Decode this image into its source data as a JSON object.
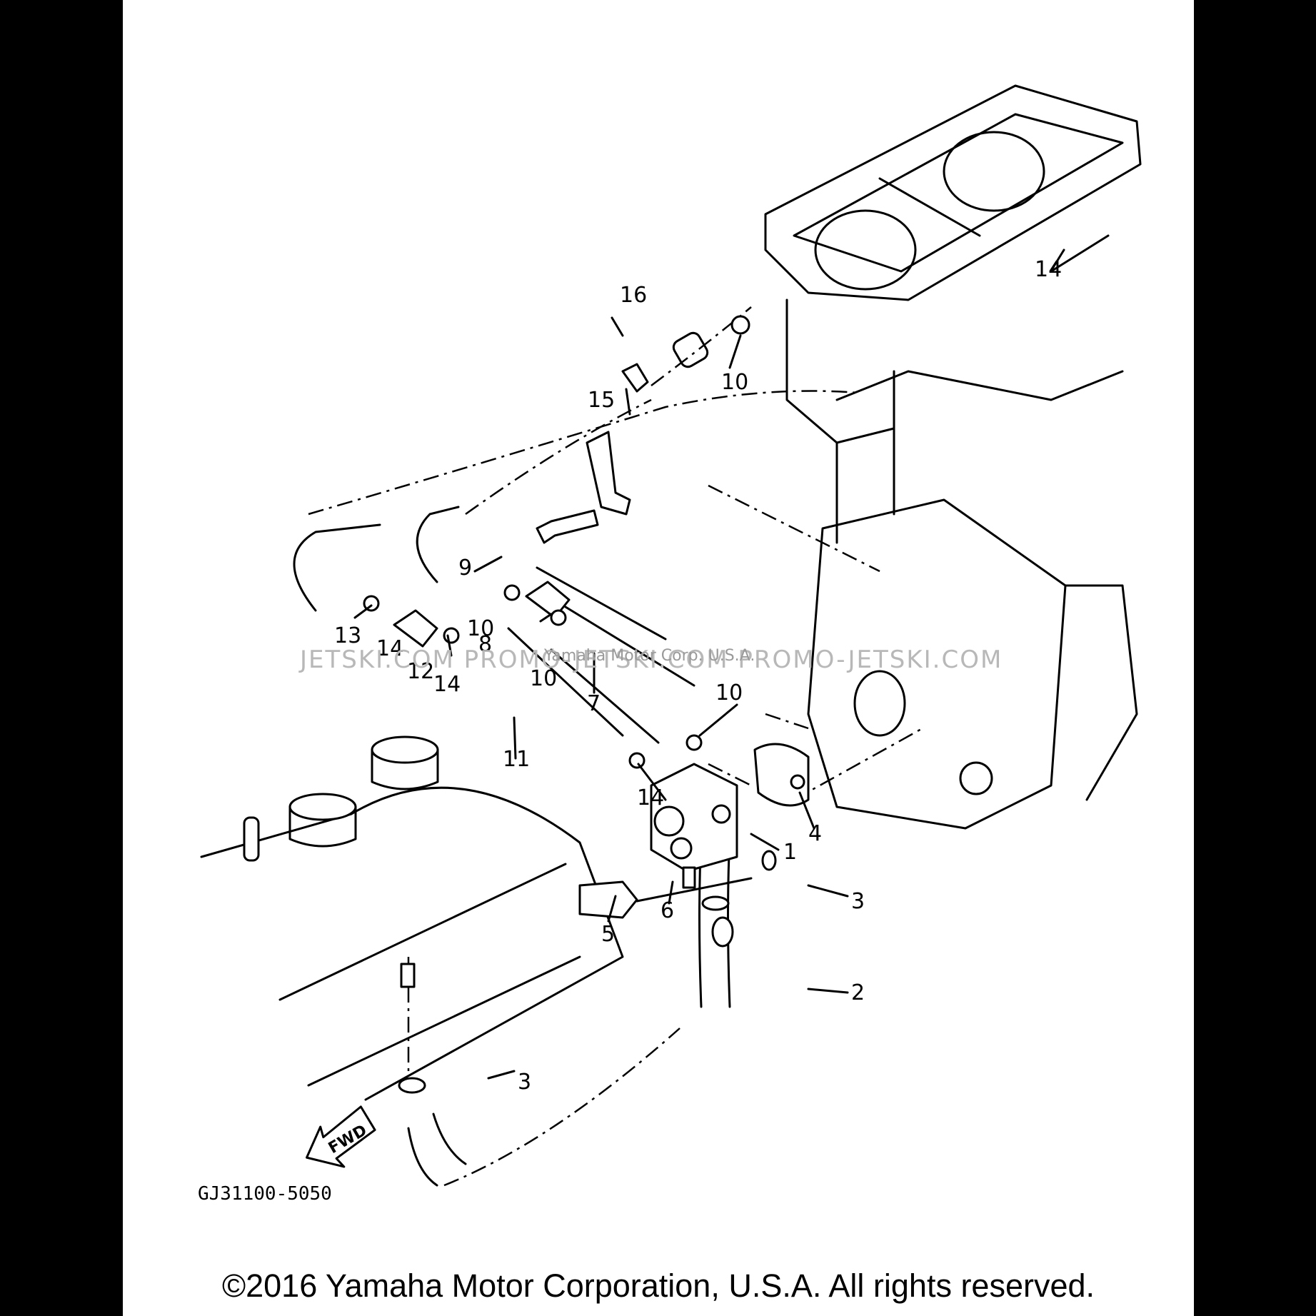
{
  "diagram": {
    "part_callouts": [
      "1",
      "2",
      "3",
      "3",
      "4",
      "5",
      "6",
      "7",
      "8",
      "9",
      "10",
      "10",
      "10",
      "10",
      "11",
      "12",
      "13",
      "14",
      "14",
      "14",
      "14",
      "15",
      "16"
    ],
    "direction_label": "FWD",
    "drawing_code": "GJ31100-5050",
    "watermark": "JETSKI.COM  PROMO-JETSKI.COM  PROMO-JETSKI.COM",
    "watermark_small": "Yamaha Motor Corp.  U.S.A."
  },
  "copyright": "©2016 Yamaha Motor Corporation, U.S.A. All rights reserved.",
  "colors": {
    "background": "#000000",
    "sheet": "#ffffff",
    "ink": "#000000",
    "watermark": "#b8b8b8"
  }
}
